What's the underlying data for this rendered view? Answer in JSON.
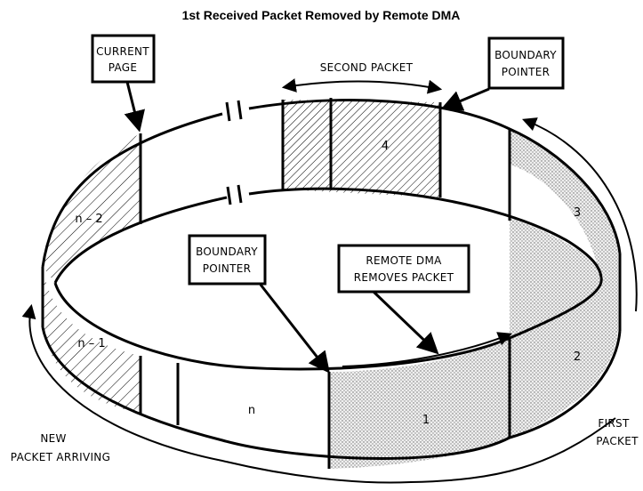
{
  "title": "1st Received Packet Removed by Remote DMA",
  "callouts": {
    "current_page": [
      "CURRENT",
      "PAGE"
    ],
    "boundary_pointer_top": [
      "BOUNDARY",
      "POINTER"
    ],
    "boundary_pointer_inner": [
      "BOUNDARY",
      "POINTER"
    ],
    "remote_dma": [
      "REMOTE DMA",
      "REMOVES PACKET"
    ]
  },
  "labels": {
    "second_packet": "SECOND PACKET",
    "new_packet_line1": "NEW",
    "new_packet_line2": "PACKET ARRIVING",
    "first_packet_line1": "FIRST",
    "first_packet_line2": "PACKET"
  },
  "segments": {
    "seg_4": "4",
    "seg_3": "3",
    "seg_2": "2",
    "seg_1": "1",
    "seg_n": "n",
    "seg_n1": "n – 1",
    "seg_n2": "n – 2"
  },
  "colors": {
    "ink": "#000000",
    "background": "#ffffff",
    "dot_fill": "#dcdcdc"
  }
}
